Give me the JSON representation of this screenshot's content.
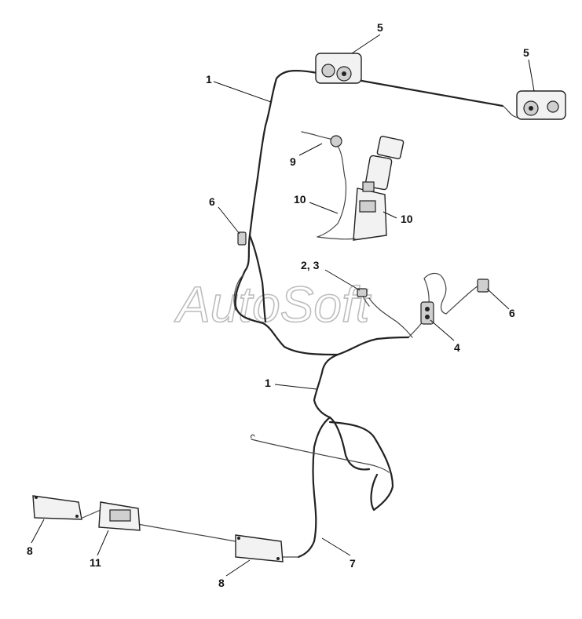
{
  "watermark": "AutoSoft",
  "callouts": {
    "c1_upper": "1",
    "c1_lower": "1",
    "c5_left": "5",
    "c5_right": "5",
    "c6_left": "6",
    "c6_right": "6",
    "c9": "9",
    "c10_left": "10",
    "c10_right": "10",
    "c2_3": "2, 3",
    "c4": "4",
    "c7": "7",
    "c8_left": "8",
    "c8_bottom": "8",
    "c11": "11"
  }
}
